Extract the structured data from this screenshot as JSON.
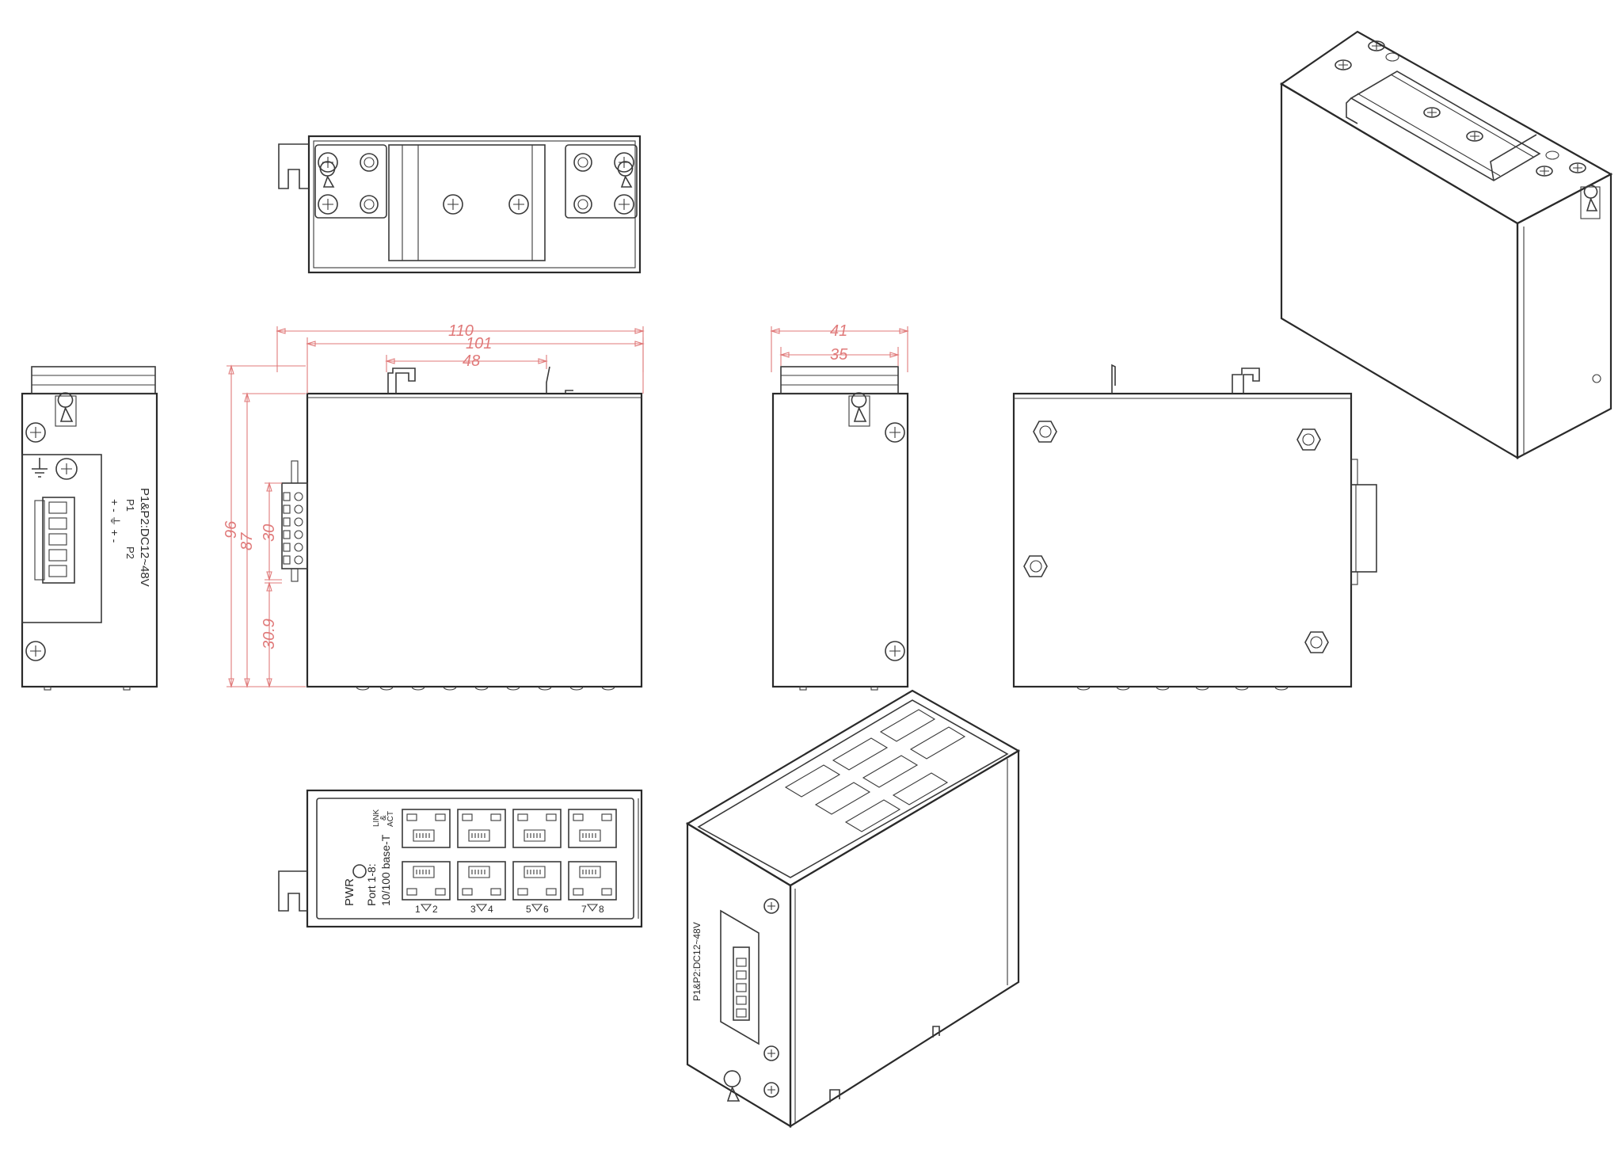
{
  "dimensions": {
    "width_overall": "110",
    "width_body": "101",
    "rail_clip": "48",
    "height_overall": "96",
    "height_body": "87",
    "terminal_block": "30",
    "terminal_offset": "30.9",
    "depth_overall": "41",
    "depth_body": "35"
  },
  "power_label": "P1&P2:DC12~48V",
  "power_pins": [
    "P1",
    "P2"
  ],
  "power_polarity": "+ - ⏚ + -",
  "front_panel": {
    "pwr_label": "PWR",
    "port_label_line1": "Port 1-8:",
    "port_label_line2": "10/100 base-T",
    "led_label_top": "LINK",
    "led_label_mid": "&",
    "led_label_bottom": "ACT",
    "port_numbers": [
      "1",
      "2",
      "3",
      "4",
      "5",
      "6",
      "7",
      "8"
    ]
  },
  "colors": {
    "outline": "#3a3a3a",
    "dimension": "#e07a7a",
    "background": "#ffffff"
  }
}
